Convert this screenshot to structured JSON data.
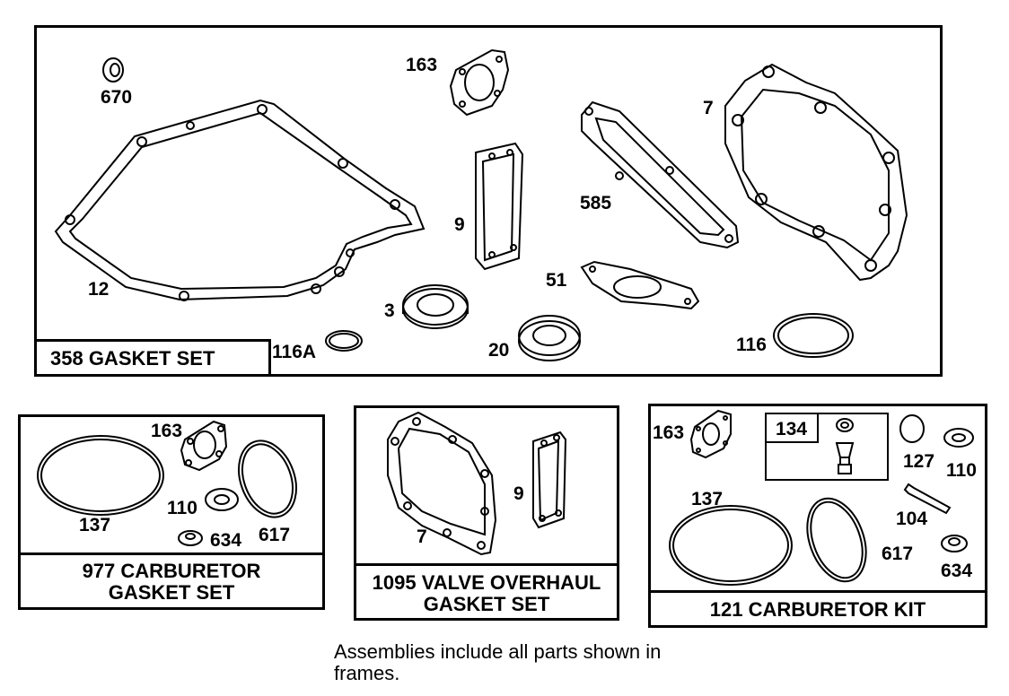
{
  "frames": {
    "gasket_set": {
      "title": "358 GASKET SET",
      "labels": {
        "p670": "670",
        "p163": "163",
        "p7": "7",
        "p9": "9",
        "p585": "585",
        "p12": "12",
        "p51": "51",
        "p3": "3",
        "p116a": "116A",
        "p20": "20",
        "p116": "116"
      }
    },
    "carb_gasket_set": {
      "title_line1": "977 CARBURETOR",
      "title_line2": "GASKET SET",
      "labels": {
        "p163": "163",
        "p137": "137",
        "p110": "110",
        "p634": "634",
        "p617": "617"
      }
    },
    "valve_overhaul": {
      "title_line1": "1095 VALVE OVERHAUL",
      "title_line2": "GASKET SET",
      "labels": {
        "p7": "7",
        "p9": "9"
      }
    },
    "carb_kit": {
      "title": "121 CARBURETOR KIT",
      "labels": {
        "p163": "163",
        "p134": "134",
        "p127": "127",
        "p110": "110",
        "p137": "137",
        "p104": "104",
        "p617": "617",
        "p634": "634"
      }
    }
  },
  "note": {
    "line1": "Assemblies include all parts shown in",
    "line2": "frames."
  }
}
